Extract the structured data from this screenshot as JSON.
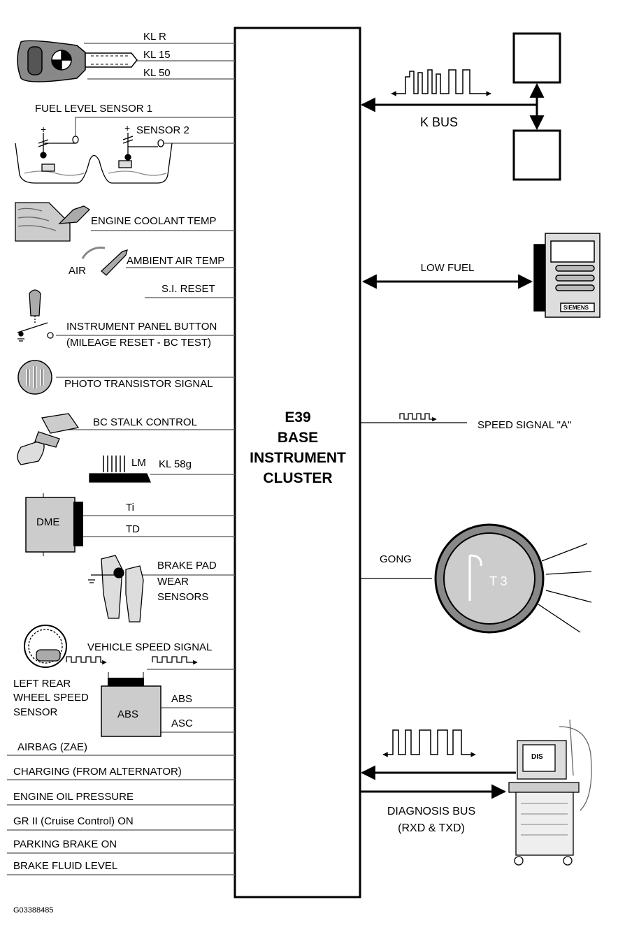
{
  "cluster": {
    "line1": "E39",
    "line2": "BASE",
    "line3": "INSTRUMENT",
    "line4": "CLUSTER"
  },
  "inputs": {
    "kl_r": "KL R",
    "kl_15": "KL 15",
    "kl_50": "KL 50",
    "fuel_sensor_1": "FUEL LEVEL SENSOR 1",
    "sensor_2": "SENSOR 2",
    "coolant": "ENGINE COOLANT TEMP",
    "air": "AIR",
    "ambient": "AMBIENT AIR TEMP",
    "si_reset": "S.I. RESET",
    "ip_button": "INSTRUMENT PANEL BUTTON",
    "ip_button_sub": "(MILEAGE RESET - BC TEST)",
    "photo": "PHOTO TRANSISTOR SIGNAL",
    "bc_stalk": "BC STALK CONTROL",
    "lm": "LM",
    "kl58g": "KL 58g",
    "dme": "DME",
    "ti": "Ti",
    "td": "TD",
    "brake_pad_1": "BRAKE PAD",
    "brake_pad_2": "WEAR",
    "brake_pad_3": "SENSORS",
    "vss": "VEHICLE SPEED SIGNAL",
    "lr_1": "LEFT REAR",
    "lr_2": "WHEEL SPEED",
    "lr_3": "SENSOR",
    "abs_box": "ABS",
    "abs": "ABS",
    "asc": "ASC",
    "airbag": "AIRBAG (ZAE)",
    "charging": "CHARGING (FROM ALTERNATOR)",
    "oil": "ENGINE OIL PRESSURE",
    "gr2": "GR II (Cruise Control) ON",
    "parking": "PARKING BRAKE ON",
    "brake_fluid": "BRAKE FLUID LEVEL"
  },
  "outputs": {
    "kbus": "K BUS",
    "low_fuel": "LOW FUEL",
    "ecu_brand": "SIEMENS",
    "speed_a": "SPEED SIGNAL \"A\"",
    "gong": "GONG",
    "t3": "T 3",
    "diag_1": "DIAGNOSIS BUS",
    "diag_2": "(RXD & TXD)",
    "dis": "DIS"
  },
  "figure_id": "G03388485"
}
